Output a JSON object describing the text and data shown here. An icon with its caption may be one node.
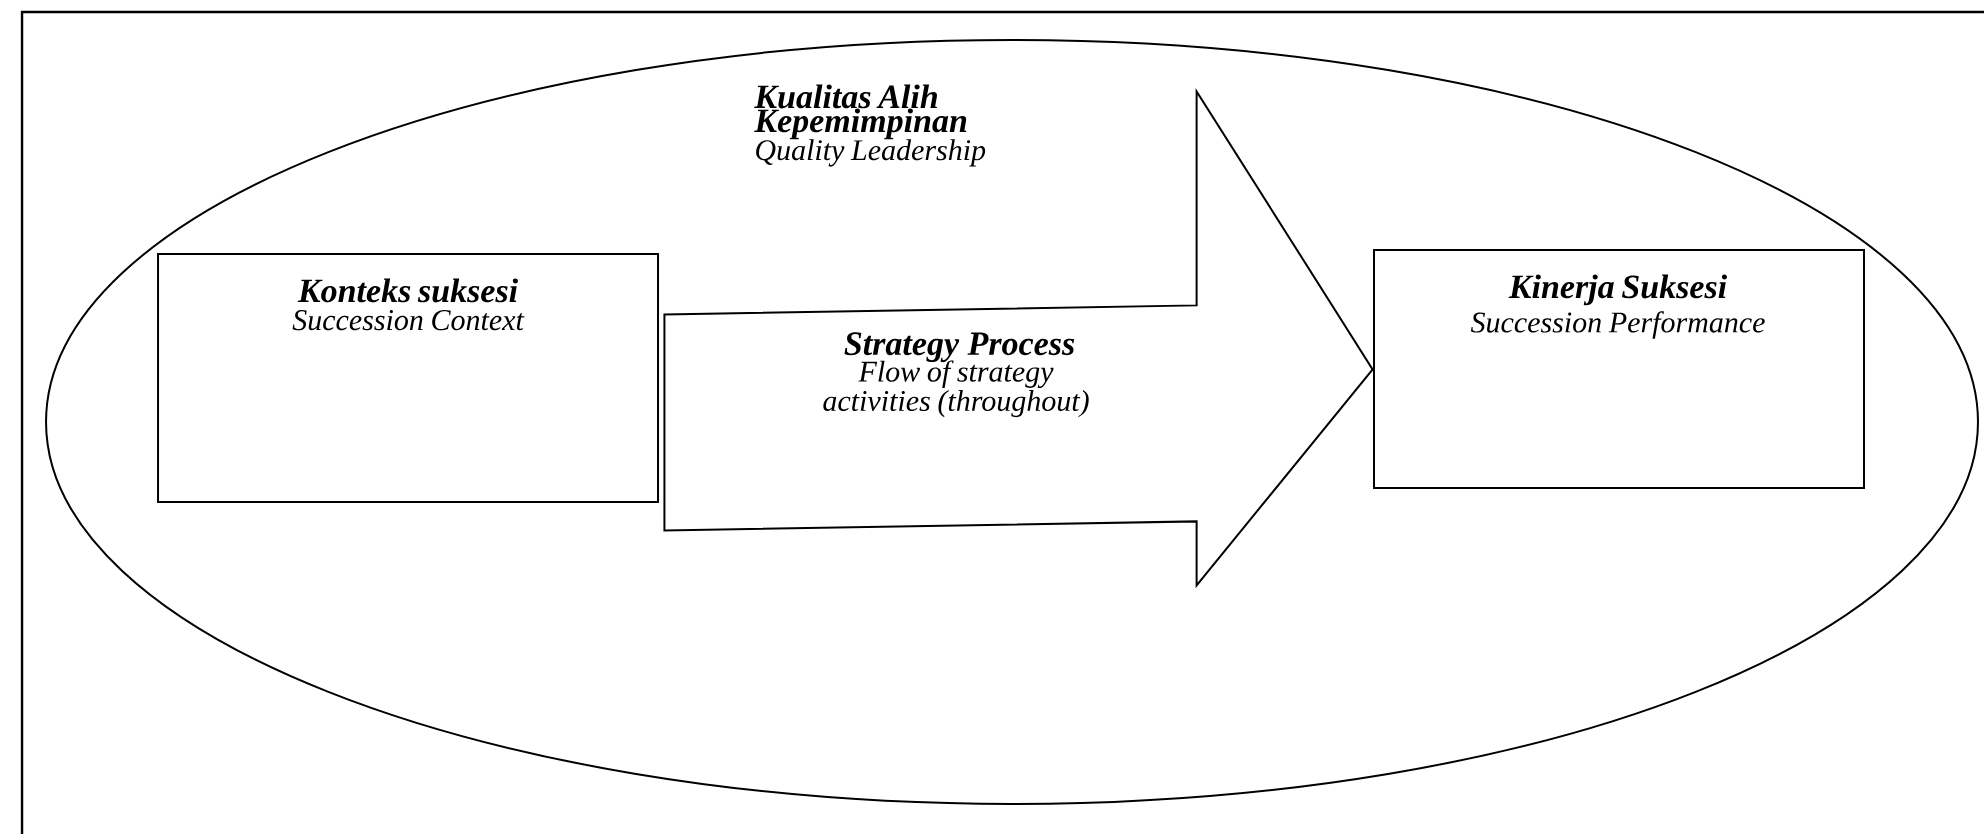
{
  "diagram": {
    "nodes": [
      {
        "text": [
          "Kualitas Alih Kepemimpinan",
          "Quality Leadership"
        ]
      },
      {
        "text": [
          "Konteks suksesi",
          "Succession Context"
        ],
        "in": 0
      },
      {
        "text": [
          "Kinerja Suksesi",
          "Succession Performance"
        ],
        "in": 0
      }
    ],
    "edges": [
      {
        "from": 1,
        "to": 2,
        "arrow": "to",
        "label": "Strategy Process"
      }
    ],
    "labels": [
      "Flow of strategy activities (throughout)"
    ]
  }
}
